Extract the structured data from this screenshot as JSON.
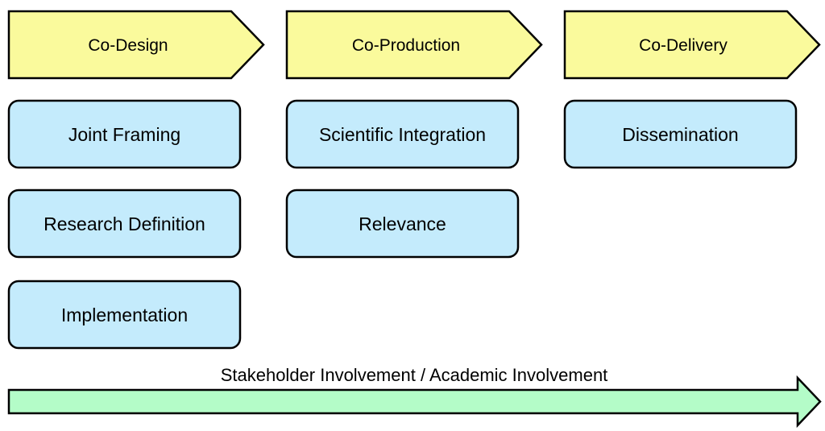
{
  "colors": {
    "phase_fill": "#fafa9c",
    "box_fill": "#c4ebfc",
    "arrow_fill": "#b4fcc8",
    "stroke": "#000000"
  },
  "phases": [
    {
      "label": "Co-Design",
      "items": [
        "Joint Framing",
        "Research Definition",
        "Implementation"
      ]
    },
    {
      "label": "Co-Production",
      "items": [
        "Scientific Integration",
        "Relevance"
      ]
    },
    {
      "label": "Co-Delivery",
      "items": [
        "Dissemination"
      ]
    }
  ],
  "involvement_arrow": {
    "label": "Stakeholder Involvement / Academic Involvement"
  }
}
